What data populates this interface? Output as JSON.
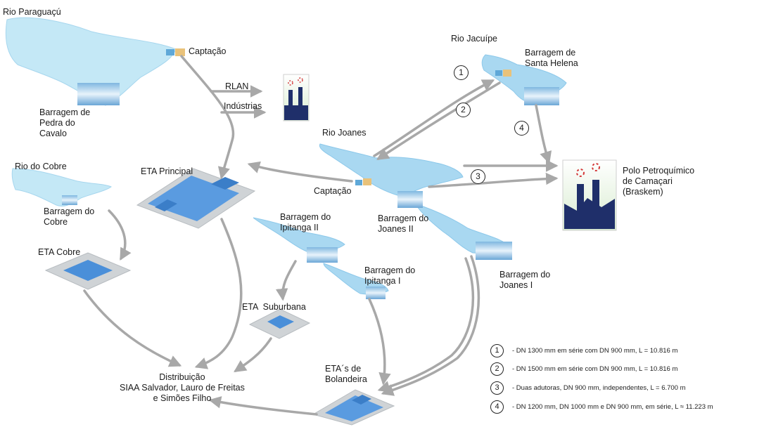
{
  "labels": {
    "rio_paraguacu": "Rio Paraguaçú",
    "captacao_top": "Captação",
    "barragem_pedra": "Barragem de\nPedra do\nCavalo",
    "rlan": "RLAN",
    "industrias": "Indústrias",
    "rio_jacuipe": "Rio Jacuípe",
    "barragem_santa_helena": "Barragem de\nSanta Helena",
    "rio_joanes": "Rio Joanes",
    "captacao_mid": "Captação",
    "rio_do_cobre": "Rio do Cobre",
    "barragem_cobre": "Barragem do\nCobre",
    "eta_principal": "ETA Principal",
    "eta_cobre": "ETA Cobre",
    "barragem_ipitanga_ii": "Barragem do\nIpitanga II",
    "barragem_joanes_ii": "Barragem do\nJoanes II",
    "barragem_ipitanga_i": "Barragem do\nIpitanga I",
    "barragem_joanes_i": "Barragem do\nJoanes I",
    "eta_suburbana": "ETA  Suburbana",
    "polo": "Polo Petroquímico\nde Camaçari\n(Braskem)",
    "distribuicao": "Distribuição\nSIAA Salvador, Lauro de Freitas\ne Simões Filho",
    "etas_bolandeira": "ETA´s de\nBolandeira"
  },
  "route_numbers": [
    "1",
    "2",
    "3",
    "4"
  ],
  "legend": [
    {
      "num": "1",
      "text": "- DN 1300 mm em série com DN 900 mm, L = 10.816 m"
    },
    {
      "num": "2",
      "text": "- DN 1500 mm em série com DN 900 mm, L = 10.816 m"
    },
    {
      "num": "3",
      "text": "- Duas adutoras, DN 900 mm, independentes, L = 6.700 m"
    },
    {
      "num": "4",
      "text": "- DN 1200 mm, DN 1000 mm e DN 900 mm, em série, L ≈ 11.223 m"
    }
  ],
  "colors": {
    "water": "#bfe6f5",
    "water_dark": "#9cd4ee",
    "arrow": "#a8a8a8",
    "plant_base": "#c8c8c8",
    "plant_tank": "#4a90d9"
  }
}
